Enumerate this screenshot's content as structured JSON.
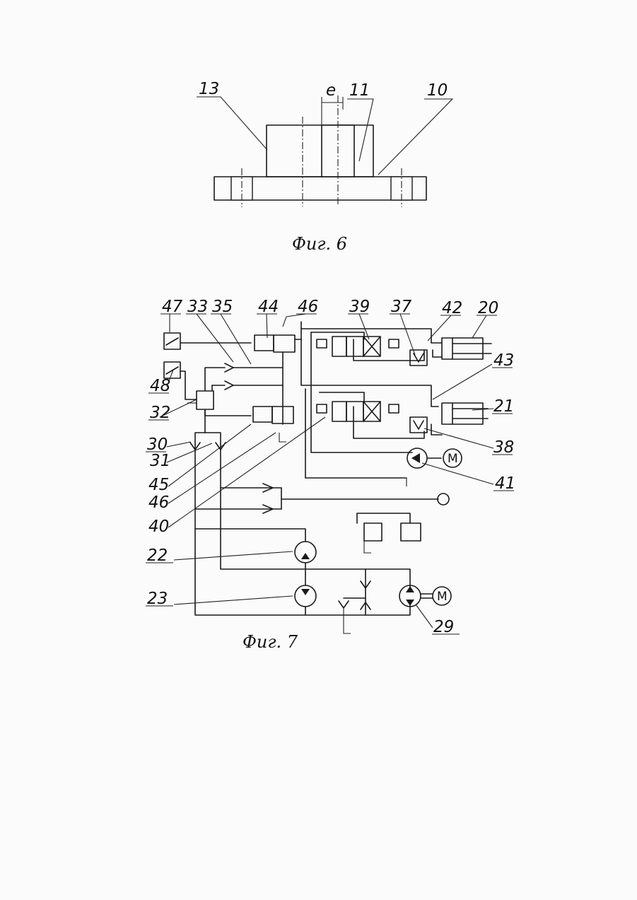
{
  "figure6": {
    "caption": "Фиг. 6",
    "labels": {
      "13": "13",
      "e": "e",
      "11": "11",
      "10": "10"
    }
  },
  "figure7": {
    "caption": "Фиг. 7",
    "labels": {
      "47": "47",
      "33": "33",
      "35": "35",
      "44": "44",
      "46a": "46",
      "39": "39",
      "37": "37",
      "42": "42",
      "20": "20",
      "48": "48",
      "43": "43",
      "32": "32",
      "21": "21",
      "30": "30",
      "38": "38",
      "31": "31",
      "45": "45",
      "41": "41",
      "46b": "46",
      "40": "40",
      "22": "22",
      "23": "23",
      "29": "29"
    },
    "motor_symbol": "M"
  }
}
